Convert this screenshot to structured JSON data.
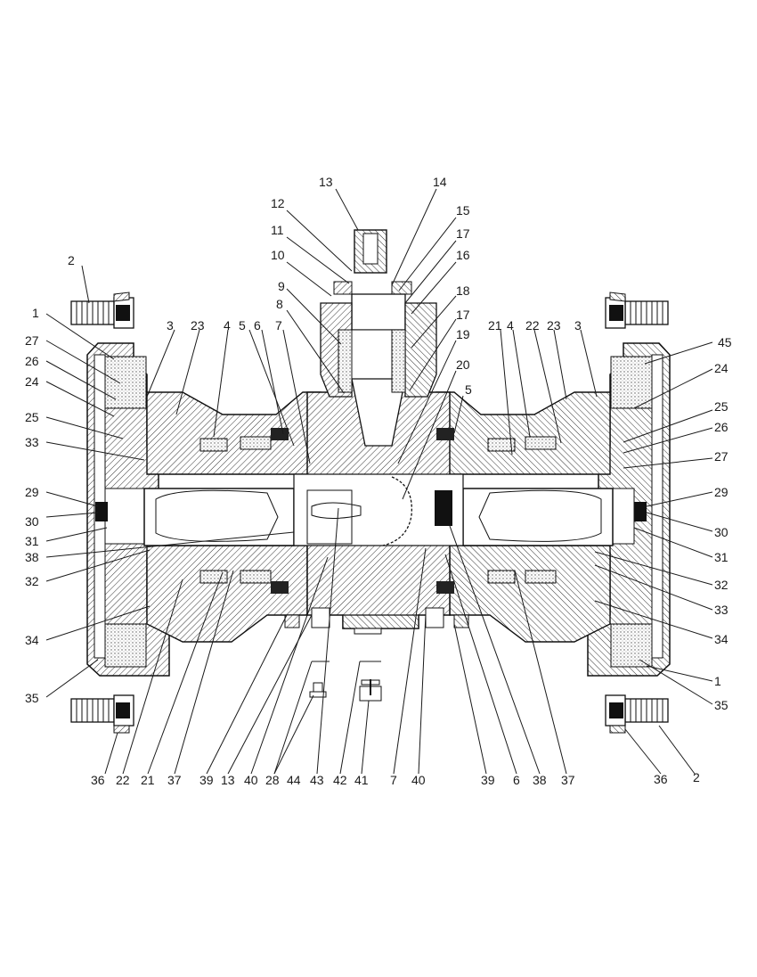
{
  "diagram": {
    "type": "exploded sectional assembly drawing",
    "labels": {
      "l1": "1",
      "l2": "2",
      "l3": "3",
      "l4": "4",
      "l5": "5",
      "l6": "6",
      "l7": "7",
      "l8": "8",
      "l9": "9",
      "l10": "10",
      "l11": "11",
      "l12": "12",
      "l13": "13",
      "l14": "14",
      "l15": "15",
      "l16": "16",
      "l17": "17",
      "l18": "18",
      "l19": "19",
      "l20": "20",
      "l21": "21",
      "l22": "22",
      "l23": "23",
      "l24": "24",
      "l25": "25",
      "l26": "26",
      "l27": "27",
      "l28": "28",
      "l29": "29",
      "l30": "30",
      "l31": "31",
      "l32": "32",
      "l33": "33",
      "l34": "34",
      "l35": "35",
      "l36": "36",
      "l37": "37",
      "l38": "38",
      "l39": "39",
      "l40": "40",
      "l41": "41",
      "l42": "42",
      "l43": "43",
      "l44": "44",
      "l45": "45"
    }
  }
}
